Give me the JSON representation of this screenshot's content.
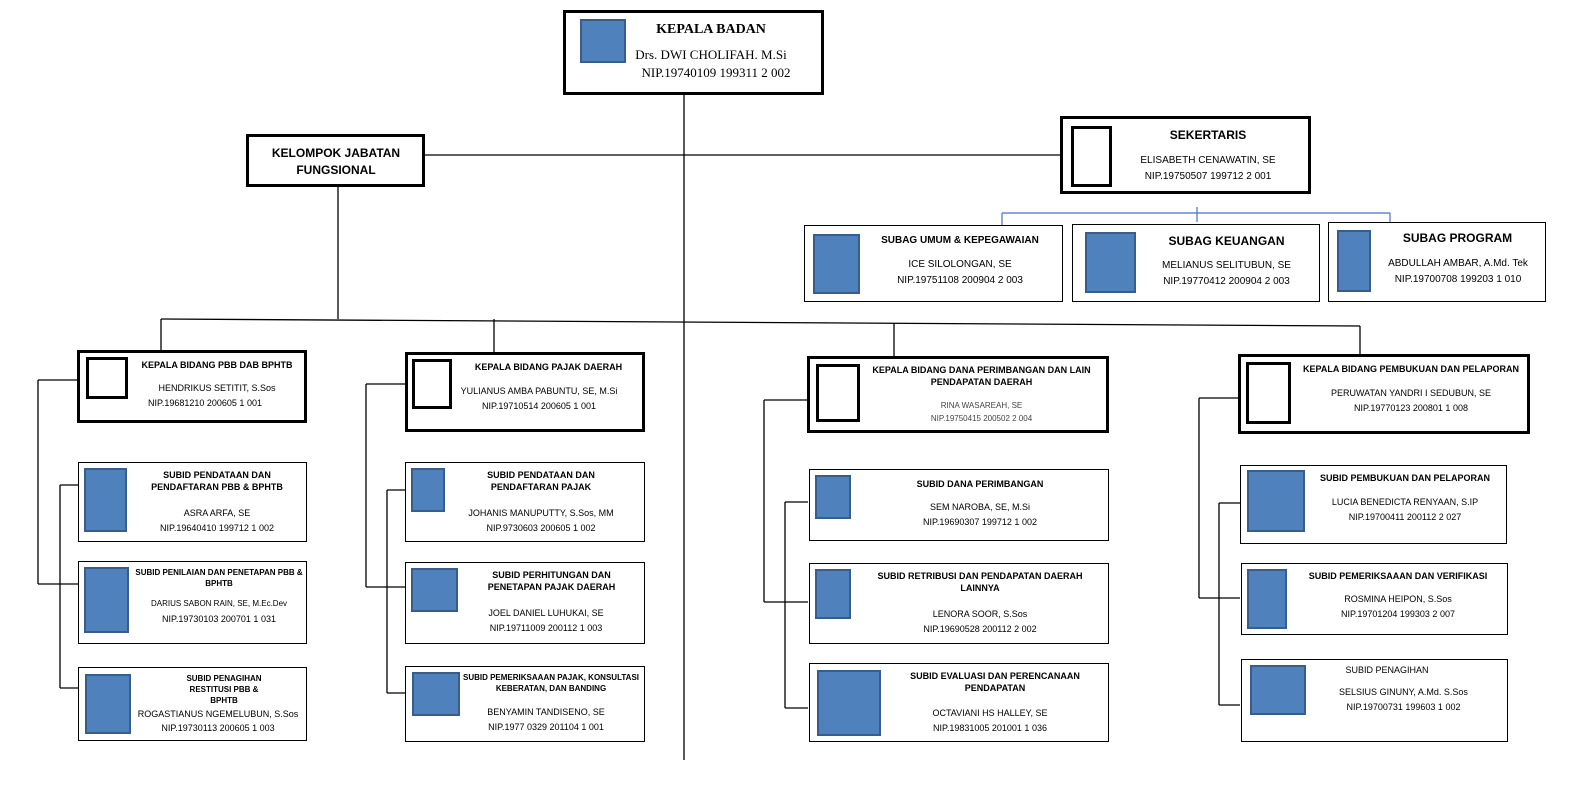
{
  "colors": {
    "photo_fill": "#4f81bd",
    "photo_border": "#385d8a",
    "line": "#000000",
    "accent_line": "#4472c4"
  },
  "head": {
    "title": "KEPALA BADAN",
    "name": "Drs. DWI CHOLIFAH. M.Si",
    "nip": "NIP.19740109 199311 2 002"
  },
  "fungsional": {
    "title": "KELOMPOK JABATAN FUNGSIONAL"
  },
  "sekretaris": {
    "title": "SEKERTARIS",
    "name": "ELISABETH CENAWATIN, SE",
    "nip": "NIP.19750507 199712 2 001"
  },
  "subag": [
    {
      "title": "SUBAG UMUM & KEPEGAWAIAN",
      "name": "ICE SILOLONGAN, SE",
      "nip": "NIP.19751108 200904 2 003"
    },
    {
      "title": "SUBAG KEUANGAN",
      "name": "MELIANUS SELITUBUN, SE",
      "nip": "NIP.19770412 200904 2 003"
    },
    {
      "title": "SUBAG PROGRAM",
      "name": "ABDULLAH AMBAR, A.Md. Tek",
      "nip": "NIP.19700708 199203 1 010"
    }
  ],
  "bidang": [
    {
      "title": "KEPALA BIDANG PBB DAB BPHTB",
      "name": "HENDRIKUS SETITIT, S.Sos",
      "nip": "NIP.19681210 200605 1 001"
    },
    {
      "title": "KEPALA BIDANG PAJAK DAERAH",
      "name": "YULIANUS AMBA PABUNTU, SE, M.Si",
      "nip": "NIP.19710514 200605 1 001"
    },
    {
      "title": "KEPALA BIDANG DANA PERIMBANGAN DAN LAIN PENDAPATAN DAERAH",
      "name": "RINA WASAREAH, SE",
      "nip": "NIP.19750415 200502 2 004"
    },
    {
      "title": "KEPALA BIDANG PEMBUKUAN DAN PELAPORAN",
      "name": "PERUWATAN YANDRI I SEDUBUN, SE",
      "nip": "NIP.19770123 200801 1 008"
    }
  ],
  "subid": {
    "pbb": [
      {
        "title": "SUBID PENDATAAN DAN PENDAFTARAN PBB & BPHTB",
        "name": "ASRA ARFA, SE",
        "nip": "NIP.19640410 199712 1 002"
      },
      {
        "title": "SUBID PENILAIAN DAN PENETAPAN PBB & BPHTB",
        "name": "DARIUS SABON RAIN, SE, M.Ec.Dev",
        "nip": "NIP.19730103 200701 1 031"
      },
      {
        "title": "SUBID PENAGIHAN RESTITUSI PBB & BPHTB",
        "name": "ROGASTIANUS NGEMELUBUN, S.Sos",
        "nip": "NIP.19730113 200605 1 003"
      }
    ],
    "pajak": [
      {
        "title": "SUBID PENDATAAN DAN PENDAFTARAN PAJAK",
        "name": "JOHANIS MANUPUTTY, S.Sos, MM",
        "nip": "NIP.9730603 200605 1 002"
      },
      {
        "title": "SUBID PERHITUNGAN DAN PENETAPAN PAJAK DAERAH",
        "name": "JOEL DANIEL LUHUKAI, SE",
        "nip": "NIP.19711009 200112 1 003"
      },
      {
        "title": "SUBID PEMERIKSAAAN PAJAK, KONSULTASI KEBERATAN, DAN BANDING",
        "name": "BENYAMIN TANDISENO, SE",
        "nip": "NIP.1977 0329 201104 1 001"
      }
    ],
    "dana": [
      {
        "title": "SUBID DANA PERIMBANGAN",
        "name": "SEM NAROBA, SE, M.Si",
        "nip": "NIP.19690307 199712 1 002"
      },
      {
        "title": "SUBID RETRIBUSI DAN PENDAPATAN DAERAH LAINNYA",
        "name": "LENORA SOOR, S.Sos",
        "nip": "NIP.19690528 200112 2 002"
      },
      {
        "title": "SUBID EVALUASI DAN PERENCANAAN PENDAPATAN",
        "name": "OCTAVIANI HS HALLEY, SE",
        "nip": "NIP.19831005 201001 1 036"
      }
    ],
    "pembukuan": [
      {
        "title": "SUBID PEMBUKUAN DAN PELAPORAN",
        "name": "LUCIA BENEDICTA RENYAAN, S.IP",
        "nip": "NIP.19700411 200112 2 027"
      },
      {
        "title": "SUBID PEMERIKSAAAN DAN VERIFIKASI",
        "name": "ROSMINA HEIPON, S.Sos",
        "nip": "NIP.19701204 199303 2 007"
      },
      {
        "title": "SUBID PENAGIHAN",
        "name": "SELSIUS GINUNY, A.Md. S.Sos",
        "nip": "NIP.19700731 199603 1 002"
      }
    ]
  }
}
